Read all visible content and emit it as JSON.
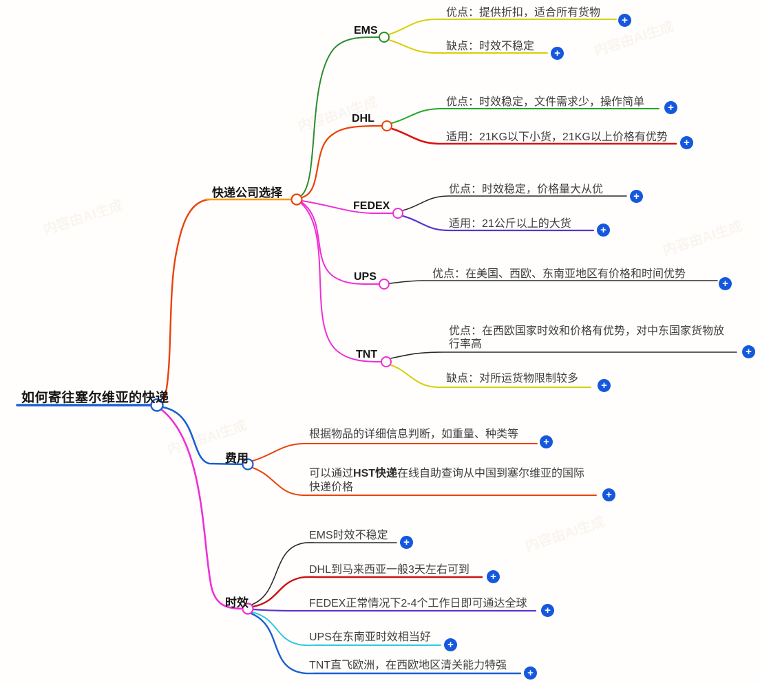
{
  "watermark": {
    "text": "内容由AI生成"
  },
  "icons": {
    "expand": "+"
  },
  "colors": {
    "root_blue": "#1b5fd0",
    "magenta": "#ee2fd6",
    "red_orange": "#e8430a",
    "orange_underline": "#ff9800",
    "green_dark": "#2d8c2d",
    "green_bright": "#22a822",
    "red": "#dd1111",
    "yellow": "#d8cf00",
    "purple": "#5a35cc",
    "cyan": "#30c8e0",
    "line_black": "#2a2a2a",
    "expand_blue": "#1558dd"
  },
  "root": {
    "label": "如何寄往塞尔维亚的快递"
  },
  "branches": {
    "company": {
      "label": "快递公司选择",
      "ems": {
        "label": "EMS",
        "pros": "优点：提供折扣，适合所有货物",
        "cons": "缺点：时效不稳定"
      },
      "dhl": {
        "label": "DHL",
        "pros": "优点：时效稳定，文件需求少，操作简单",
        "apply": "适用：21KG以下小货，21KG以上价格有优势"
      },
      "fedex": {
        "label": "FEDEX",
        "pros": "优点：时效稳定，价格量大从优",
        "apply": "适用：21公斤以上的大货"
      },
      "ups": {
        "label": "UPS",
        "pros": "优点：在美国、西欧、东南亚地区有价格和时间优势"
      },
      "tnt": {
        "label": "TNT",
        "pros_line1": "优点：在西欧国家时效和价格有优势，对中东国家货物放",
        "pros_line2": "行率高",
        "cons": "缺点：对所运货物限制较多"
      }
    },
    "cost": {
      "label": "费用",
      "item1": "根据物品的详细信息判断，如重量、种类等",
      "item2_pre": "可以通过",
      "item2_bold": "HST快递",
      "item2_mid": "在线自助查询从中国到塞尔维亚的国际",
      "item2_line2": "快递价格"
    },
    "timeliness": {
      "label": "时效",
      "items": [
        "EMS时效不稳定",
        "DHL到马来西亚一般3天左右可到",
        "FEDEX正常情况下2-4个工作日即可通达全球",
        "UPS在东南亚时效相当好",
        "TNT直飞欧洲，在西欧地区清关能力特强"
      ]
    }
  }
}
